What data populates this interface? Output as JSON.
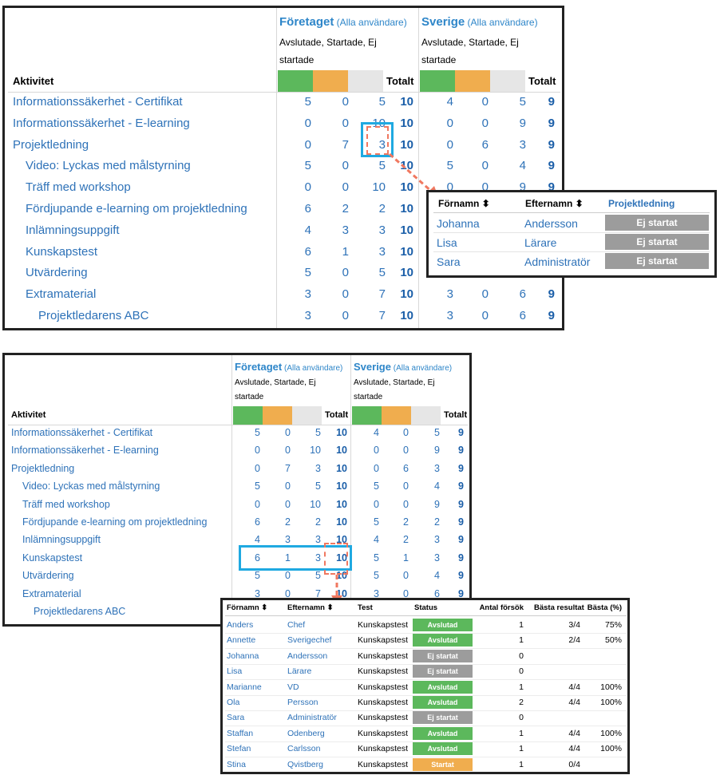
{
  "rows": [
    {
      "name": "Informationssäkerhet - Certifikat",
      "level": 0,
      "c": [
        "5",
        "0",
        "5",
        "10"
      ],
      "s": [
        "4",
        "0",
        "5",
        "9"
      ]
    },
    {
      "name": "Informationssäkerhet - E-learning",
      "level": 0,
      "c": [
        "0",
        "0",
        "10",
        "10"
      ],
      "s": [
        "0",
        "0",
        "9",
        "9"
      ]
    },
    {
      "name": "Projektledning",
      "level": 0,
      "c": [
        "0",
        "7",
        "3",
        "10"
      ],
      "s": [
        "0",
        "6",
        "3",
        "9"
      ]
    },
    {
      "name": "Video: Lyckas med målstyrning",
      "level": 1,
      "c": [
        "5",
        "0",
        "5",
        "10"
      ],
      "s": [
        "5",
        "0",
        "4",
        "9"
      ]
    },
    {
      "name": "Träff med workshop",
      "level": 1,
      "c": [
        "0",
        "0",
        "10",
        "10"
      ],
      "s": [
        "0",
        "0",
        "9",
        "9"
      ]
    },
    {
      "name": "Fördjupande e-learning om projektledning",
      "level": 1,
      "c": [
        "6",
        "2",
        "2",
        "10"
      ],
      "s": [
        "5",
        "2",
        "2",
        "9"
      ]
    },
    {
      "name": "Inlämningsuppgift",
      "level": 1,
      "c": [
        "4",
        "3",
        "3",
        "10"
      ],
      "s": [
        "4",
        "2",
        "3",
        "9"
      ]
    },
    {
      "name": "Kunskapstest",
      "level": 1,
      "c": [
        "6",
        "1",
        "3",
        "10"
      ],
      "s": [
        "5",
        "1",
        "3",
        "9"
      ]
    },
    {
      "name": "Utvärdering",
      "level": 1,
      "c": [
        "5",
        "0",
        "5",
        "10"
      ],
      "s": [
        "5",
        "0",
        "4",
        "9"
      ]
    },
    {
      "name": "Extramaterial",
      "level": 1,
      "c": [
        "3",
        "0",
        "7",
        "10"
      ],
      "s": [
        "3",
        "0",
        "6",
        "9"
      ]
    },
    {
      "name": "Projektledarens ABC",
      "level": 2,
      "c": [
        "3",
        "0",
        "7",
        "10"
      ],
      "s": [
        "3",
        "0",
        "6",
        "9"
      ]
    }
  ],
  "header": {
    "company_title": "Företaget",
    "country_title": "Sverige",
    "all_users": "(Alla användare)",
    "legend_line1": "Avslutade, Startade, Ej",
    "legend_line2": "startade",
    "activity": "Aktivitet",
    "total": "Totalt"
  },
  "popup1": {
    "col_first": "Förnamn ⬍",
    "col_last": "Efternamn ⬍",
    "col_course": "Projektledning",
    "rows": [
      {
        "first": "Johanna",
        "last": "Andersson",
        "status": "Ej startat"
      },
      {
        "first": "Lisa",
        "last": "Lärare",
        "status": "Ej startat"
      },
      {
        "first": "Sara",
        "last": "Administratör",
        "status": "Ej startat"
      }
    ]
  },
  "popup2": {
    "cols": [
      "Förnamn ⬍",
      "Efternamn ⬍",
      "Test",
      "Status",
      "Antal försök",
      "Bästa resultat",
      "Bästa (%)"
    ],
    "rows": [
      {
        "first": "Anders",
        "last": "Chef",
        "test": "Kunskapstest",
        "status": "Avslutad",
        "kind": "green",
        "tries": "1",
        "best": "3/4",
        "pct": "75%"
      },
      {
        "first": "Annette",
        "last": "Sverigechef",
        "test": "Kunskapstest",
        "status": "Avslutad",
        "kind": "green",
        "tries": "1",
        "best": "2/4",
        "pct": "50%"
      },
      {
        "first": "Johanna",
        "last": "Andersson",
        "test": "Kunskapstest",
        "status": "Ej startat",
        "kind": "gray",
        "tries": "0",
        "best": "",
        "pct": ""
      },
      {
        "first": "Lisa",
        "last": "Lärare",
        "test": "Kunskapstest",
        "status": "Ej startat",
        "kind": "gray",
        "tries": "0",
        "best": "",
        "pct": ""
      },
      {
        "first": "Marianne",
        "last": "VD",
        "test": "Kunskapstest",
        "status": "Avslutad",
        "kind": "green",
        "tries": "1",
        "best": "4/4",
        "pct": "100%"
      },
      {
        "first": "Ola",
        "last": "Persson",
        "test": "Kunskapstest",
        "status": "Avslutad",
        "kind": "green",
        "tries": "2",
        "best": "4/4",
        "pct": "100%"
      },
      {
        "first": "Sara",
        "last": "Administratör",
        "test": "Kunskapstest",
        "status": "Ej startat",
        "kind": "gray",
        "tries": "0",
        "best": "",
        "pct": ""
      },
      {
        "first": "Staffan",
        "last": "Odenberg",
        "test": "Kunskapstest",
        "status": "Avslutad",
        "kind": "green",
        "tries": "1",
        "best": "4/4",
        "pct": "100%"
      },
      {
        "first": "Stefan",
        "last": "Carlsson",
        "test": "Kunskapstest",
        "status": "Avslutad",
        "kind": "green",
        "tries": "1",
        "best": "4/4",
        "pct": "100%"
      },
      {
        "first": "Stina",
        "last": "Qvistberg",
        "test": "Kunskapstest",
        "status": "Startat",
        "kind": "orange",
        "tries": "1",
        "best": "0/4",
        "pct": ""
      }
    ]
  },
  "colors": {
    "green": "#5cb85c",
    "orange": "#f0ad4e",
    "gray": "#e6e6e6",
    "link": "#2e72b8",
    "highlight": "#1fa9e1",
    "arrow": "#f07860"
  }
}
